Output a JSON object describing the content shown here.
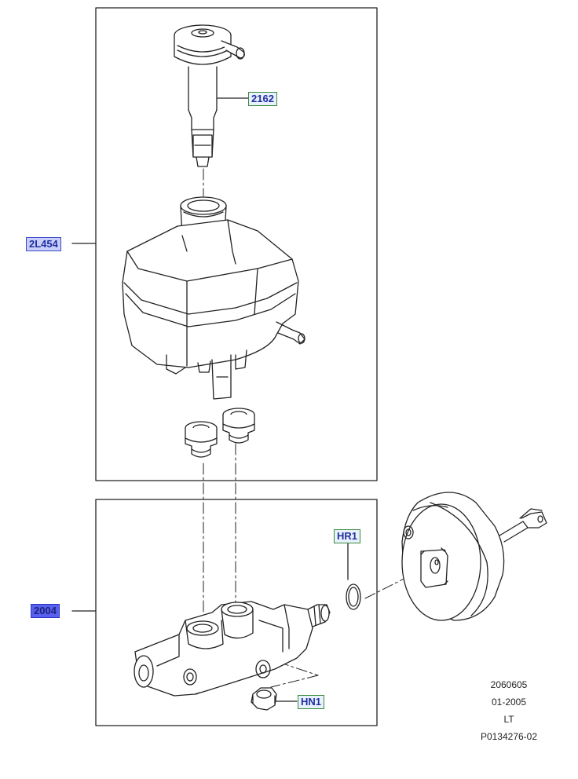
{
  "callouts": {
    "reservoir_cap": "2162",
    "reservoir_assembly": "2L454",
    "master_cylinder": "2004",
    "seal_ring": "HR1",
    "nut": "HN1"
  },
  "figure_info": {
    "line1": "2060605",
    "line2": "01-2005",
    "line3": "LT",
    "line4": "P0134276-02"
  },
  "colors": {
    "outline": "#222222",
    "callout_green_border": "#3a8a3a",
    "callout_blue_fill": "#c9cffb",
    "callout_selected_fill": "#5860ef",
    "callout_text": "#1f2fa0"
  }
}
